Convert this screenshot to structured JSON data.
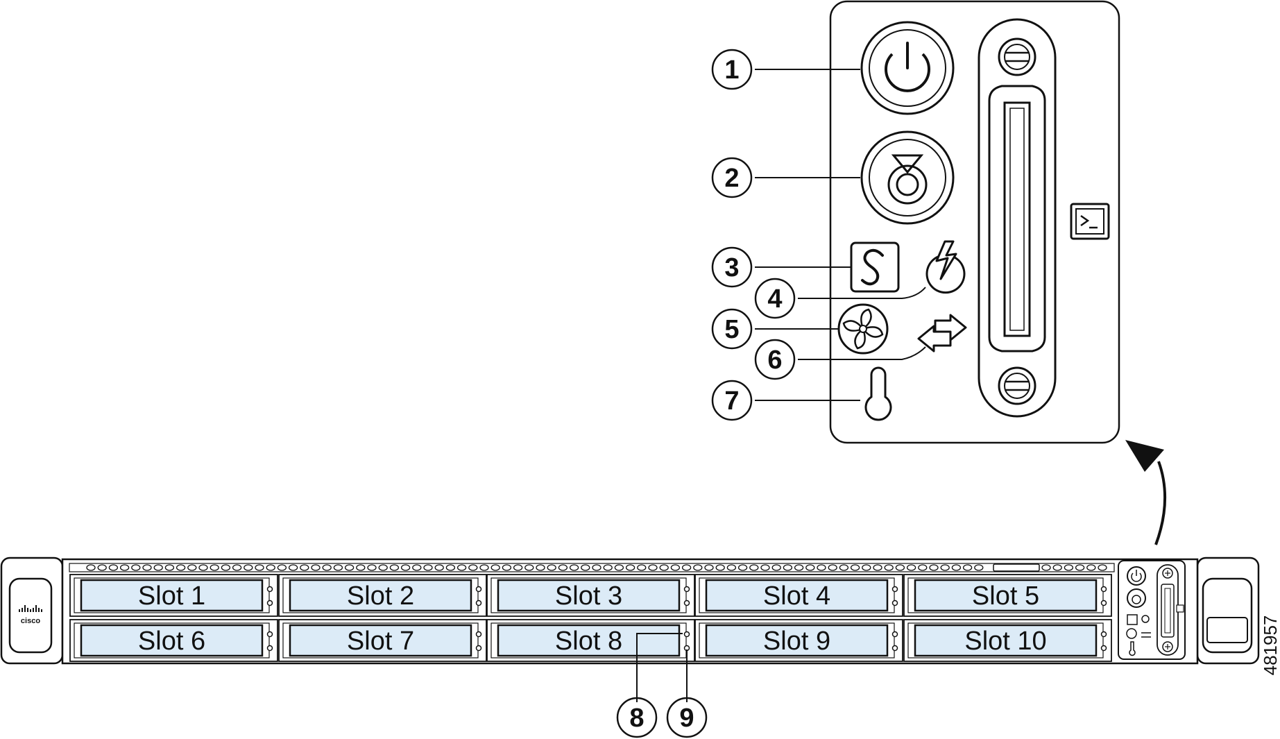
{
  "figure_id": "481957",
  "logo_text": "cisco",
  "colors": {
    "slot_fill": "#dcebf7",
    "line": "#111111"
  },
  "callouts": [
    "1",
    "2",
    "3",
    "4",
    "5",
    "6",
    "7",
    "8",
    "9"
  ],
  "slots": [
    "Slot 1",
    "Slot 2",
    "Slot 3",
    "Slot 4",
    "Slot 5",
    "Slot 6",
    "Slot 7",
    "Slot 8",
    "Slot 9",
    "Slot 10"
  ],
  "icons": {
    "callout_1": "power-button-icon",
    "callout_2": "unit-identification-button-icon",
    "callout_3": "system-status-icon",
    "callout_4": "power-supply-status-icon",
    "callout_5": "fan-status-icon",
    "callout_6": "network-link-icon",
    "callout_7": "temperature-status-icon",
    "console": "console-port-icon"
  }
}
